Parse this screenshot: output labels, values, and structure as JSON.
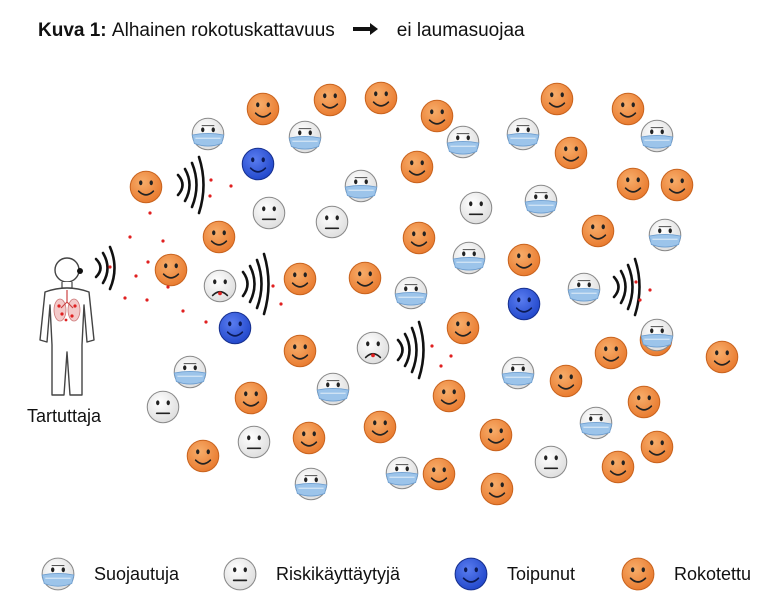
{
  "title": {
    "figure_label": "Kuva 1:",
    "text_before": "Alhainen rokotuskattavuus",
    "text_after": "ei laumasuojaa"
  },
  "infector_label": "Tartuttaja",
  "legend": {
    "masked": "Suojautuja",
    "risky": "Riskikäyttäytyjä",
    "recovered": "Toipunut",
    "vaccinated": "Rokotettu"
  },
  "colors": {
    "vaccinated": "#f08a3c",
    "recovered": "#2c55d6",
    "mask": "#9cc4ea",
    "neutral": "#f2f2f2",
    "droplet": "#e02020"
  },
  "icons": {
    "masked": "masked-face-icon",
    "risky": "neutral-face-icon",
    "recovered": "recovered-face-icon",
    "vaccinated": "smiley-face-icon",
    "sick": "sad-face-icon",
    "infector": "person-body-icon"
  }
}
